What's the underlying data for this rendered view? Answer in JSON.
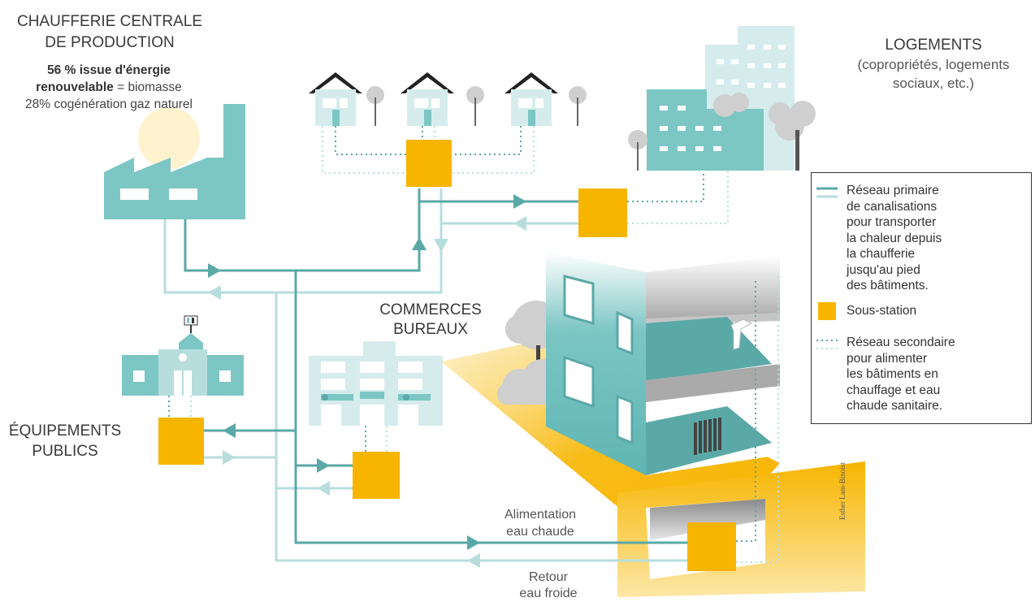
{
  "plant": {
    "title": "CHAUFFERIE CENTRALE\nDE PRODUCTION",
    "desc_bold": "56 % issue d'énergie\nrenouvelable",
    "desc_rest": " = biomasse",
    "desc_line3": "28% cogénération gaz naturel"
  },
  "logements": {
    "title": "LOGEMENTS",
    "subtitle": "(copropriétés, logements\nsociaux, etc.)"
  },
  "commerces": {
    "title": "COMMERCES\nBUREAUX"
  },
  "equipements": {
    "title": "ÉQUIPEMENTS\nPUBLICS"
  },
  "flows": {
    "supply_label": "Alimentation\neau chaude",
    "return_label": "Retour\neau froide"
  },
  "credit": "Esther Lam-Binoist",
  "legend": {
    "primary": "Réseau primaire\nde canalisations\npour transporter\nla chaleur depuis\nla chaufferie\njusqu'au pied\ndes bâtiments.",
    "substation": "Sous-station",
    "secondary": "Réseau secondaire\npour alimenter\nles bâtiments en\nchauffage et eau\nchaude sanitaire."
  },
  "colors": {
    "teal": "#7cc6c4",
    "teal_dark": "#5aa9a7",
    "pipe_supply": "#5aa9a7",
    "pipe_return": "#b7dedd",
    "substation": "#f7b500",
    "tree": "#cfcfcf",
    "pale_building": "#d6ecec"
  }
}
